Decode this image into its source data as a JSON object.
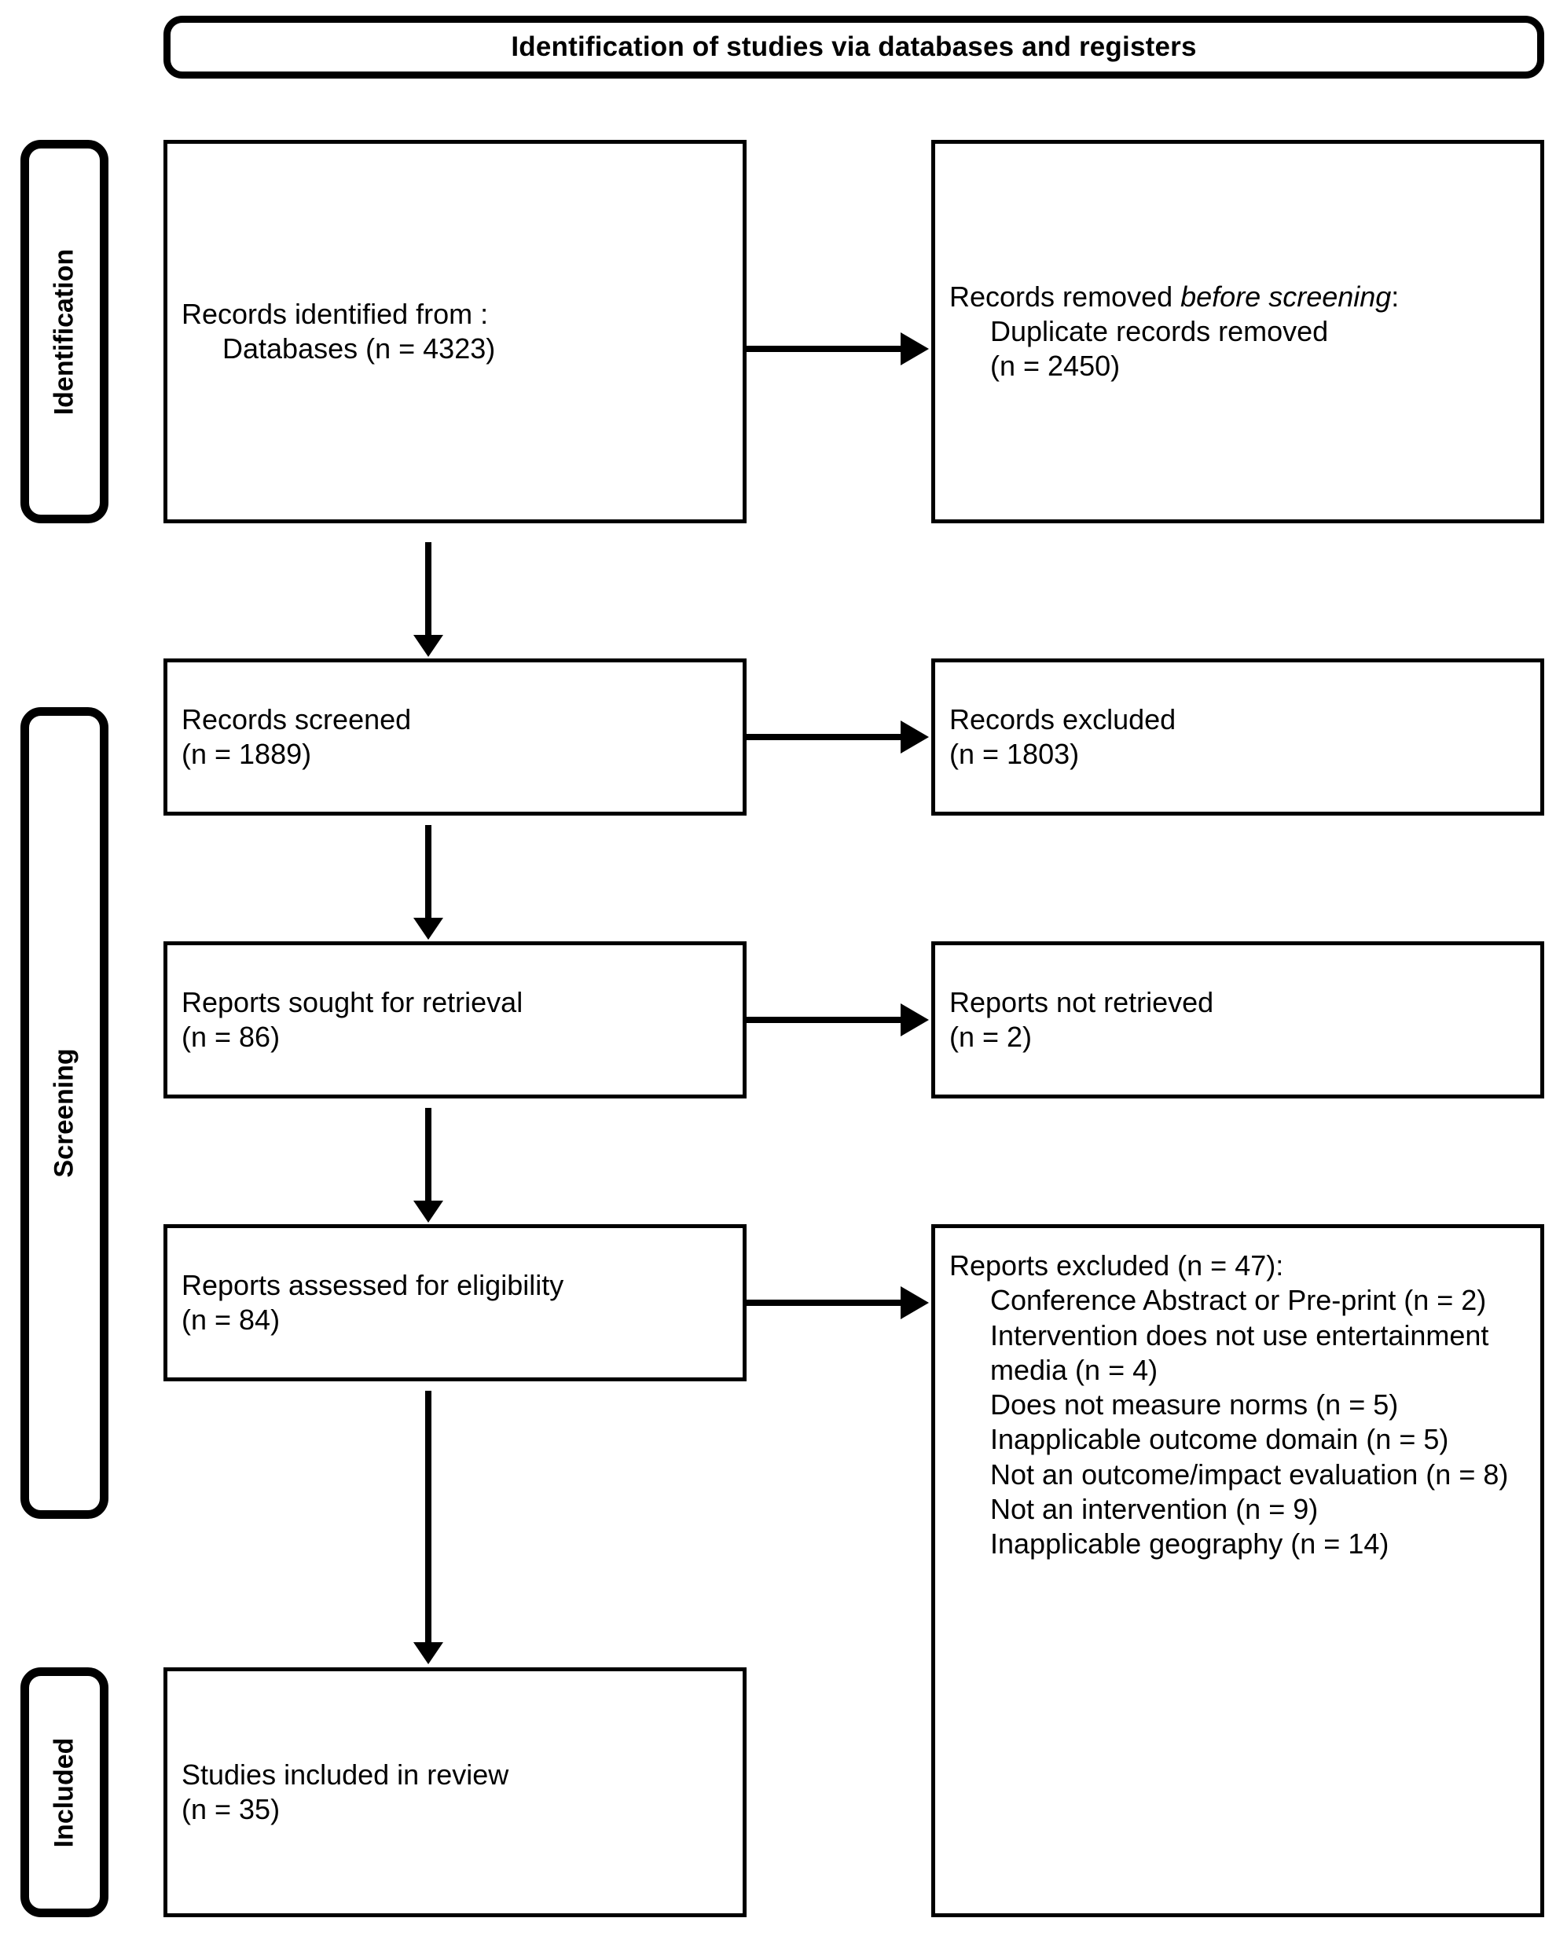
{
  "banner": {
    "title": "Identification of studies via databases and registers"
  },
  "stages": [
    {
      "id": "identification",
      "label": "Identification"
    },
    {
      "id": "screening",
      "label": "Screening"
    },
    {
      "id": "included",
      "label": "Included"
    }
  ],
  "boxes": {
    "records_identified": {
      "line1": "Records identified from :",
      "line2": "Databases (n = 4323)"
    },
    "records_removed": {
      "line1_prefix": "Records removed ",
      "line1_italic": "before screening",
      "line1_suffix": ":",
      "line2": "Duplicate records removed",
      "line3": "(n = 2450)"
    },
    "records_screened": {
      "line1": "Records screened",
      "line2": "(n = 1889)"
    },
    "records_excluded": {
      "line1": "Records excluded",
      "line2": "(n = 1803)"
    },
    "reports_sought": {
      "line1": "Reports sought for retrieval",
      "line2": "(n = 86)"
    },
    "reports_not_retrieved": {
      "line1": "Reports not retrieved",
      "line2": "(n = 2)"
    },
    "reports_assessed": {
      "line1": "Reports assessed for eligibility",
      "line2": "(n = 84)"
    },
    "reports_excluded": {
      "heading": "Reports excluded (n = 47):",
      "reasons": [
        "Conference Abstract or Pre-print (n = 2)",
        "Intervention does not use entertainment media (n = 4)",
        "Does not measure norms (n = 5)",
        "Inapplicable outcome domain (n = 5)",
        "Not an outcome/impact evaluation (n = 8)",
        "Not an intervention (n = 9)",
        "Inapplicable geography (n = 14)"
      ]
    },
    "studies_included": {
      "line1": "Studies included in review",
      "line2": "(n = 35)"
    }
  },
  "flow": {
    "counts": {
      "identified_databases": 4323,
      "duplicates_removed": 2450,
      "screened": 1889,
      "excluded_at_screening": 1803,
      "sought_for_retrieval": 86,
      "not_retrieved": 2,
      "assessed_for_eligibility": 84,
      "excluded_at_eligibility": 47,
      "included_in_review": 35
    }
  },
  "colors": {
    "line": "#000000",
    "background": "#ffffff",
    "text": "#000000"
  }
}
